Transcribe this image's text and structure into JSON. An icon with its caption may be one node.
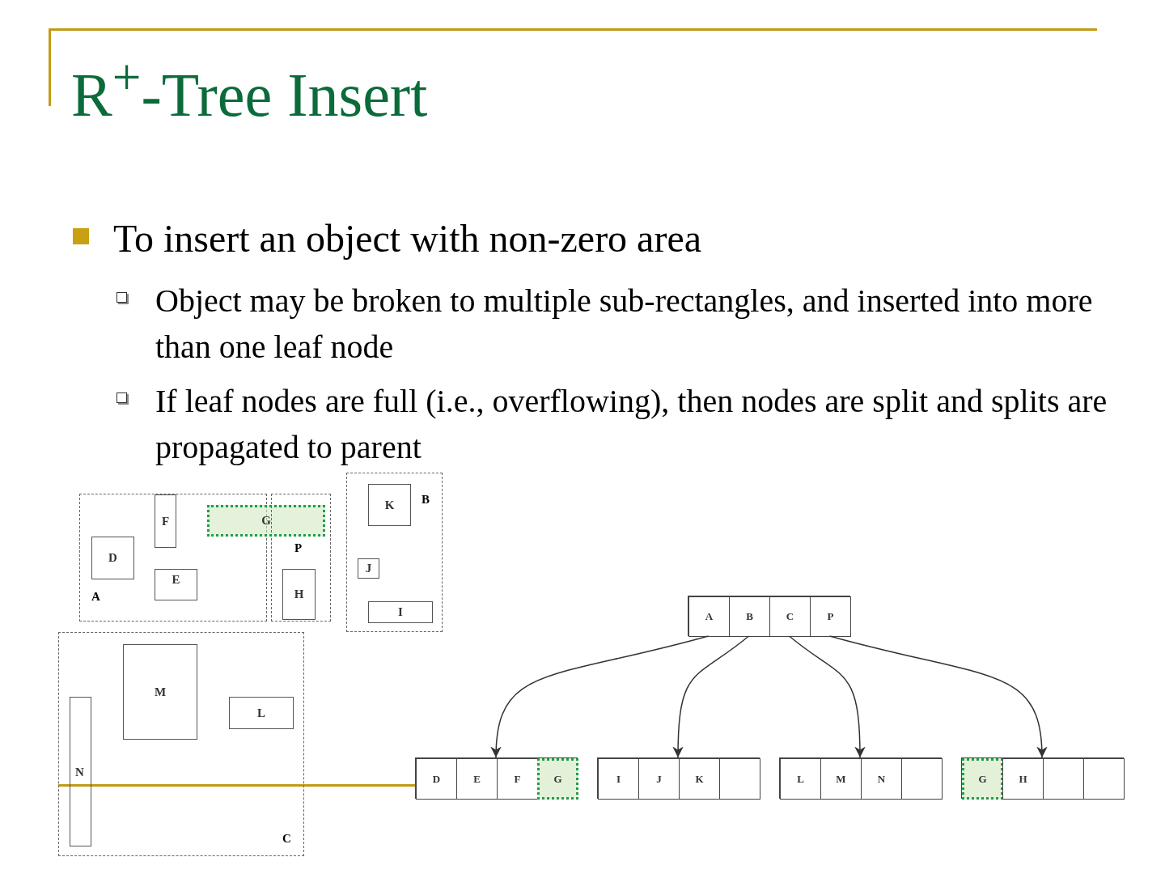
{
  "diagram": {
    "title": "R$^{+}$-Tree Insert",
    "nodes": [
      {
        "text": [
          "A"
        ]
      },
      {
        "text": [
          "F"
        ],
        "in": 0
      },
      {
        "text": [
          "D"
        ],
        "in": 0
      },
      {
        "text": [
          "E"
        ],
        "in": 0
      },
      {
        "text": [
          "G"
        ]
      },
      {
        "text": [
          "P"
        ]
      },
      {
        "text": [
          "H"
        ],
        "in": 5
      },
      {
        "text": [
          "B"
        ]
      },
      {
        "text": [
          "K"
        ],
        "in": 7
      },
      {
        "text": [
          "J"
        ],
        "in": 7
      },
      {
        "text": [
          "I"
        ],
        "in": 7
      },
      {
        "text": [
          "C"
        ]
      },
      {
        "text": [
          "M"
        ],
        "in": 11
      },
      {
        "text": [
          "L"
        ],
        "in": 11
      },
      {
        "text": [
          "N"
        ],
        "in": 11
      },
      {
        "text": [],
        "shape": "box"
      },
      {
        "text": [
          "A"
        ],
        "in": 15
      },
      {
        "text": [
          "B"
        ],
        "in": 15
      },
      {
        "text": [
          "C"
        ],
        "in": 15
      },
      {
        "text": [
          "P"
        ],
        "in": 15
      },
      {
        "text": [],
        "shape": "box"
      },
      {
        "text": [
          "D"
        ],
        "in": 20
      },
      {
        "text": [
          "E"
        ],
        "in": 20
      },
      {
        "text": [
          "F"
        ],
        "in": 20
      },
      {
        "text": [
          "G"
        ],
        "in": 20
      },
      {
        "text": [],
        "shape": "box"
      },
      {
        "text": [
          "I"
        ],
        "in": 25
      },
      {
        "text": [
          "J"
        ],
        "in": 25
      },
      {
        "text": [
          "K"
        ],
        "in": 25
      },
      {
        "text": [],
        "shape": "box",
        "in": 25
      },
      {
        "text": [],
        "shape": "box"
      },
      {
        "text": [
          "L"
        ],
        "in": 30
      },
      {
        "text": [
          "M"
        ],
        "in": 30
      },
      {
        "text": [
          "N"
        ],
        "in": 30
      },
      {
        "text": [],
        "shape": "box",
        "in": 30
      },
      {
        "text": [],
        "shape": "box"
      },
      {
        "text": [
          "G"
        ],
        "in": 35
      },
      {
        "text": [
          "H"
        ],
        "in": 35
      },
      {
        "text": [],
        "shape": "box",
        "in": 35
      },
      {
        "text": [],
        "shape": "box",
        "in": 35
      }
    ],
    "edges": [
      {
        "from": 16,
        "to": 20,
        "arrow": "to"
      },
      {
        "from": 17,
        "to": 25,
        "arrow": "to"
      },
      {
        "from": 18,
        "to": 30,
        "arrow": "to"
      },
      {
        "from": 19,
        "to": 35,
        "arrow": "to"
      }
    ],
    "labels": [
      "To insert an object with non-zero area",
      "Object may be broken to multiple sub-rectangles, and inserted into more than one leaf node",
      "If leaf nodes are full (i.e., overflowing), then nodes are split and splits are propagated to parent"
    ]
  }
}
